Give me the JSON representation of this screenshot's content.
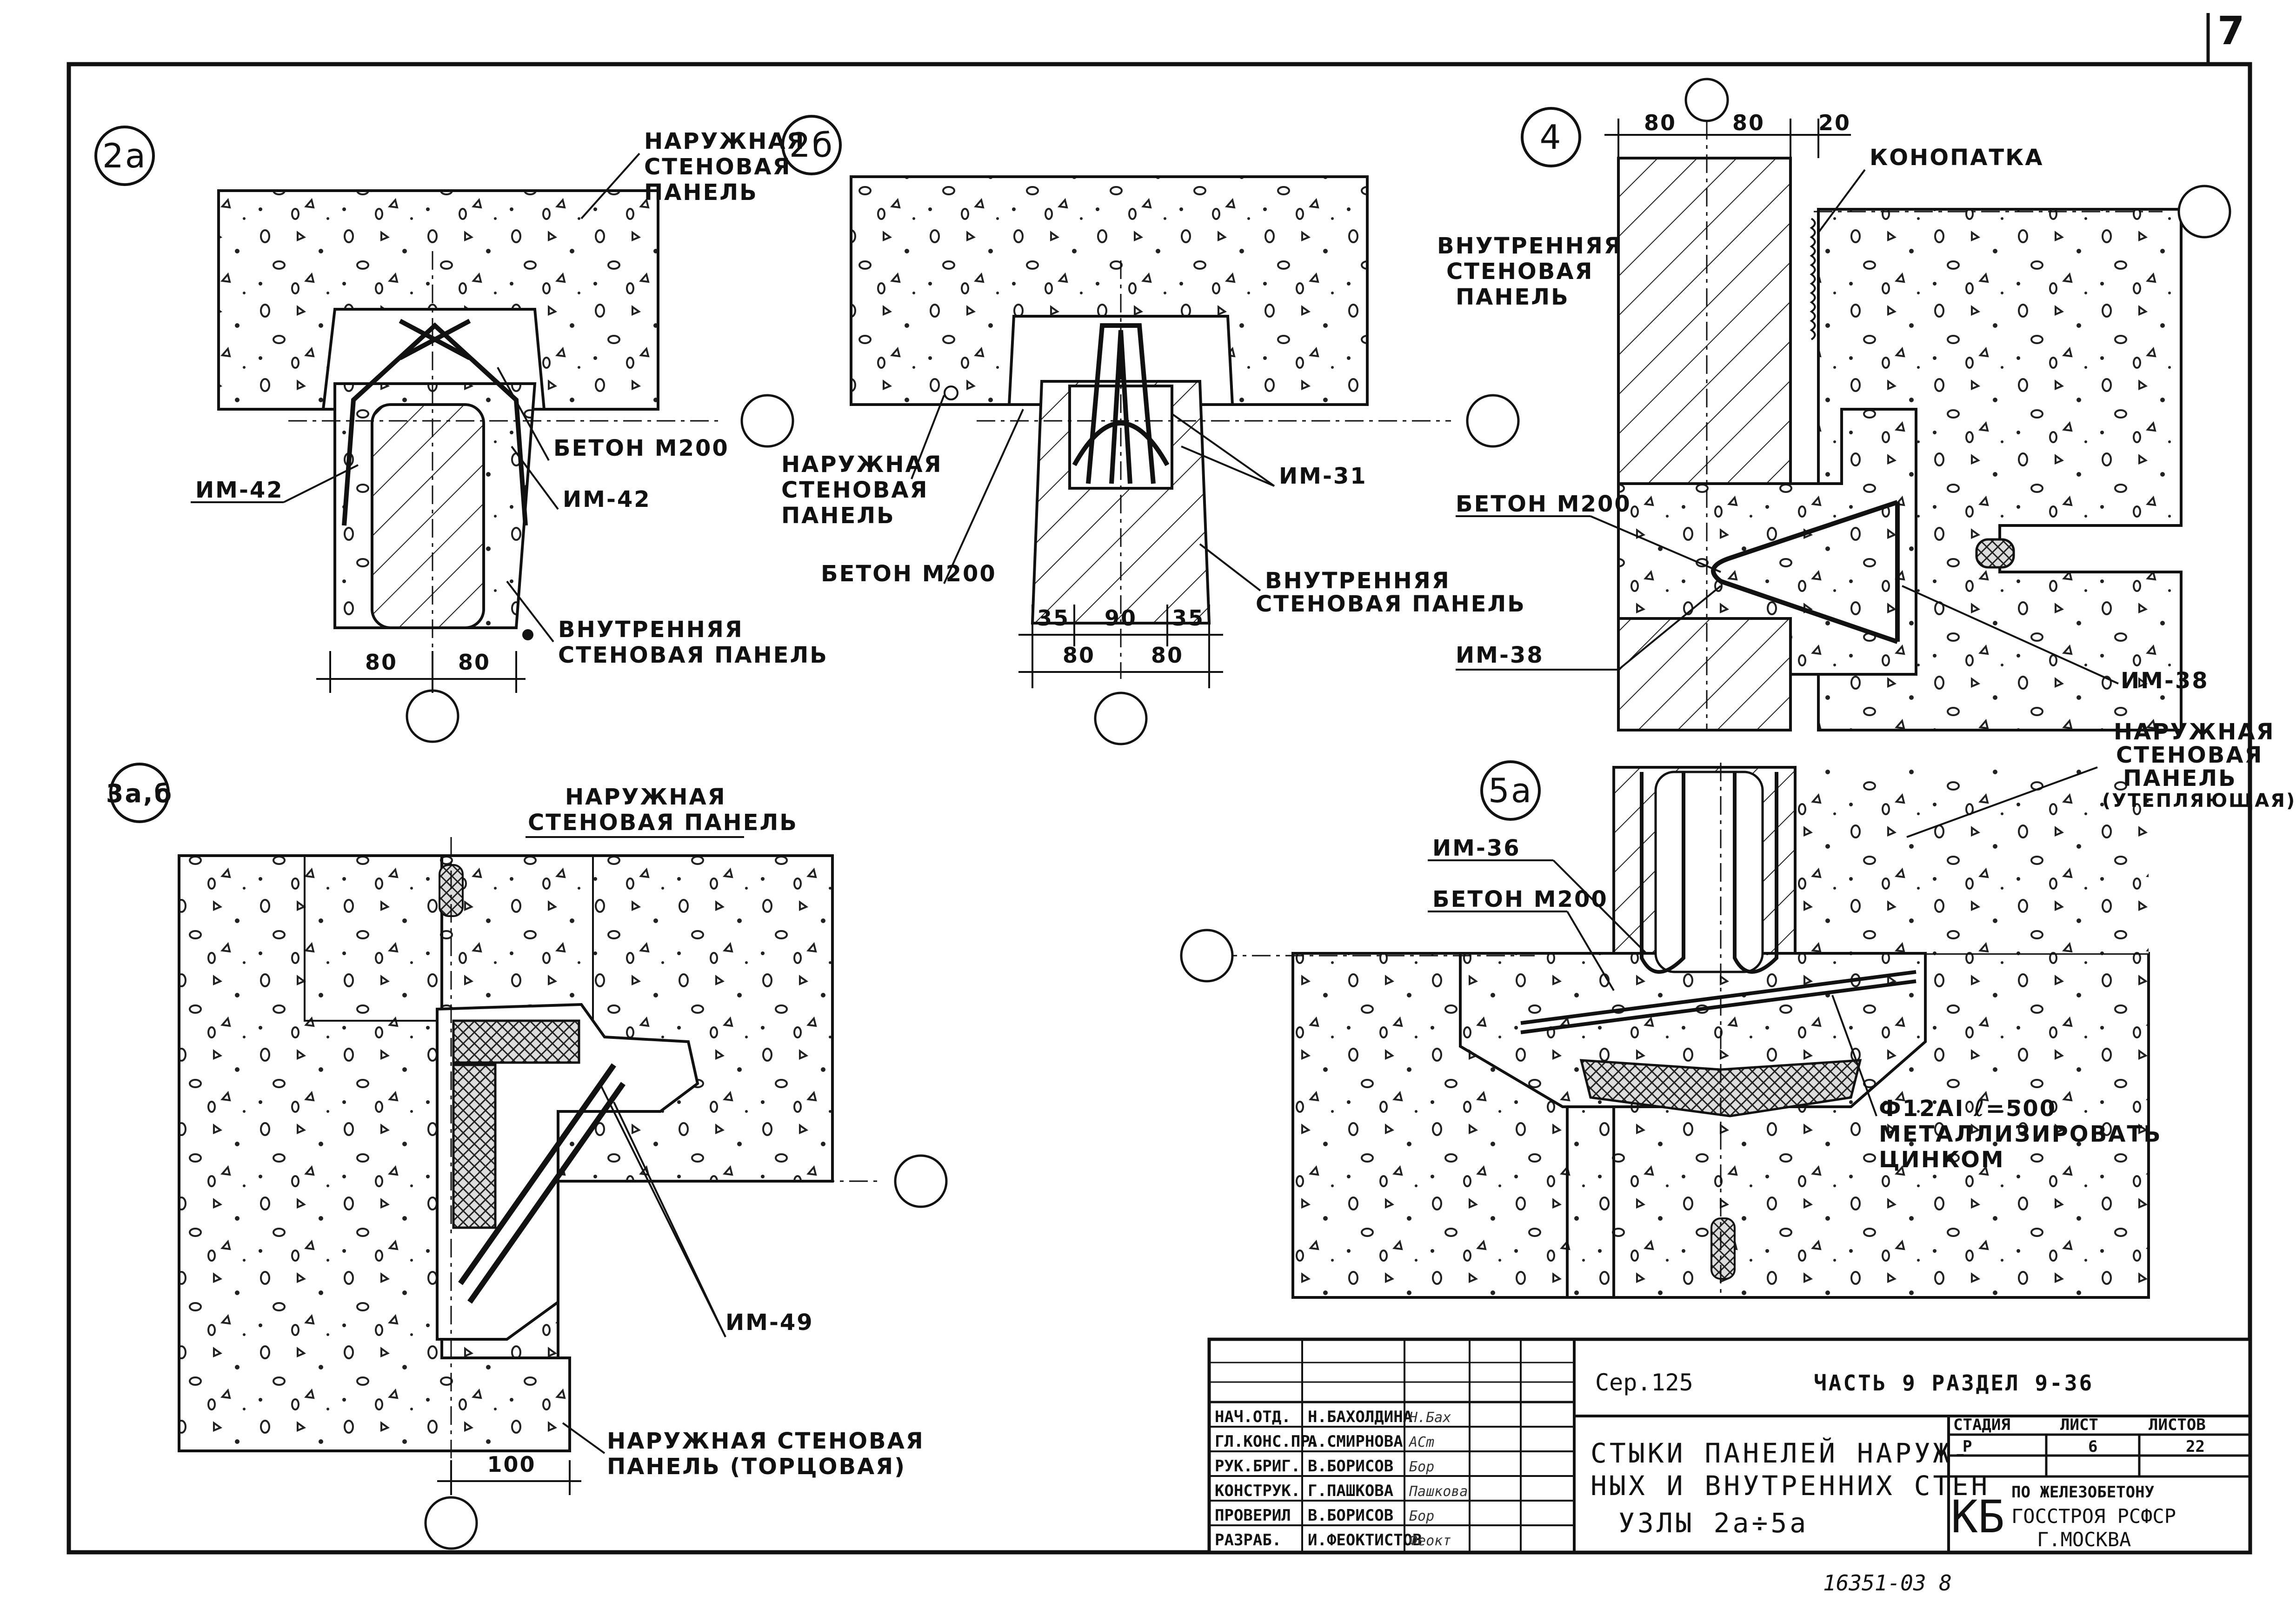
{
  "page_number": "7",
  "stamp_number": "16351-03  8",
  "nodes": {
    "n2a": {
      "badge": "2а",
      "outer_panel": [
        "НАРУЖНАЯ",
        "СТЕНОВАЯ",
        "ПАНЕЛЬ"
      ],
      "concrete": "БЕТОН М200",
      "tie_left": "ИМ-42",
      "tie_right": "ИМ-42",
      "inner_panel": [
        "ВНУТРЕННЯЯ",
        "СТЕНОВАЯ ПАНЕЛЬ"
      ],
      "dims": [
        "80",
        "80"
      ]
    },
    "n2b": {
      "badge": "2б",
      "outer_panel": [
        "НАРУЖНАЯ",
        "СТЕНОВАЯ",
        "ПАНЕЛЬ"
      ],
      "concrete": "БЕТОН М200",
      "tie": "ИМ-31",
      "inner_panel": [
        "ВНУТРЕННЯЯ",
        "СТЕНОВАЯ ПАНЕЛЬ"
      ],
      "dims_top": [
        "35",
        "90",
        "35"
      ],
      "dims_bottom": [
        "80",
        "80"
      ]
    },
    "n4": {
      "badge": "4",
      "dims": [
        "80",
        "80",
        "20"
      ],
      "caulk": "КОНОПАТКА",
      "inner_panel": [
        "ВНУТРЕННЯЯ",
        "СТЕНОВАЯ",
        "ПАНЕЛЬ"
      ],
      "concrete": "БЕТОН М200",
      "tie_left": "ИМ-38",
      "tie_right": "ИМ-38"
    },
    "n3ab": {
      "badge": "3а,б",
      "outer_panel": [
        "НАРУЖНАЯ",
        "СТЕНОВАЯ ПАНЕЛЬ"
      ],
      "tie": "ИМ-49",
      "end_panel": [
        "НАРУЖНАЯ СТЕНОВАЯ",
        "ПАНЕЛЬ (ТОРЦОВАЯ)"
      ],
      "dim": "100"
    },
    "n5a": {
      "badge": "5а",
      "outer_panel": [
        "НАРУЖНАЯ",
        "СТЕНОВАЯ",
        "ПАНЕЛЬ",
        "(УТЕПЛЯЮЩАЯ)"
      ],
      "tie": "ИМ-36",
      "concrete": "БЕТОН М200",
      "rod": [
        "Ф12АI  ℓ=500",
        "МЕТАЛЛИЗИРОВАТЬ",
        "ЦИНКОМ"
      ]
    }
  },
  "title_block": {
    "series": "Сер.125",
    "part": "ЧАСТЬ 9   РАЗДЕЛ 9-36",
    "title": [
      "СТЫКИ ПАНЕЛЕЙ НАРУЖ-",
      "НЫХ И ВНУТРЕННИХ СТЕН",
      "УЗЛЫ 2а÷5а"
    ],
    "head_stage": "СТАДИЯ",
    "head_sheet": "ЛИСТ",
    "head_sheets": "ЛИСТОВ",
    "stage": "Р",
    "sheet": "6",
    "sheets": "22",
    "org_abbr": "КБ",
    "org": [
      "ПО ЖЕЛЕЗОБЕТОНУ",
      "ГОССТРОЯ РСФСР",
      "Г.МОСКВА"
    ],
    "staff": [
      {
        "role": "НАЧ.ОТД.",
        "name": "Н.БАХОЛДИНА",
        "sign": "Н.Бах"
      },
      {
        "role": "ГЛ.КОНС.ПР.",
        "name": "А.СМИРНОВА",
        "sign": "ACm"
      },
      {
        "role": "РУК.БРИГ.",
        "name": "В.БОРИСОВ",
        "sign": "Бор"
      },
      {
        "role": "КОНСТРУК.",
        "name": "Г.ПАШКОВА",
        "sign": "Пашкова"
      },
      {
        "role": "ПРОВЕРИЛ",
        "name": "В.БОРИСОВ",
        "sign": "Бор"
      },
      {
        "role": "РАЗРАБ.",
        "name": "И.ФЕОКТИСТОВ",
        "sign": "Феокт"
      }
    ]
  }
}
